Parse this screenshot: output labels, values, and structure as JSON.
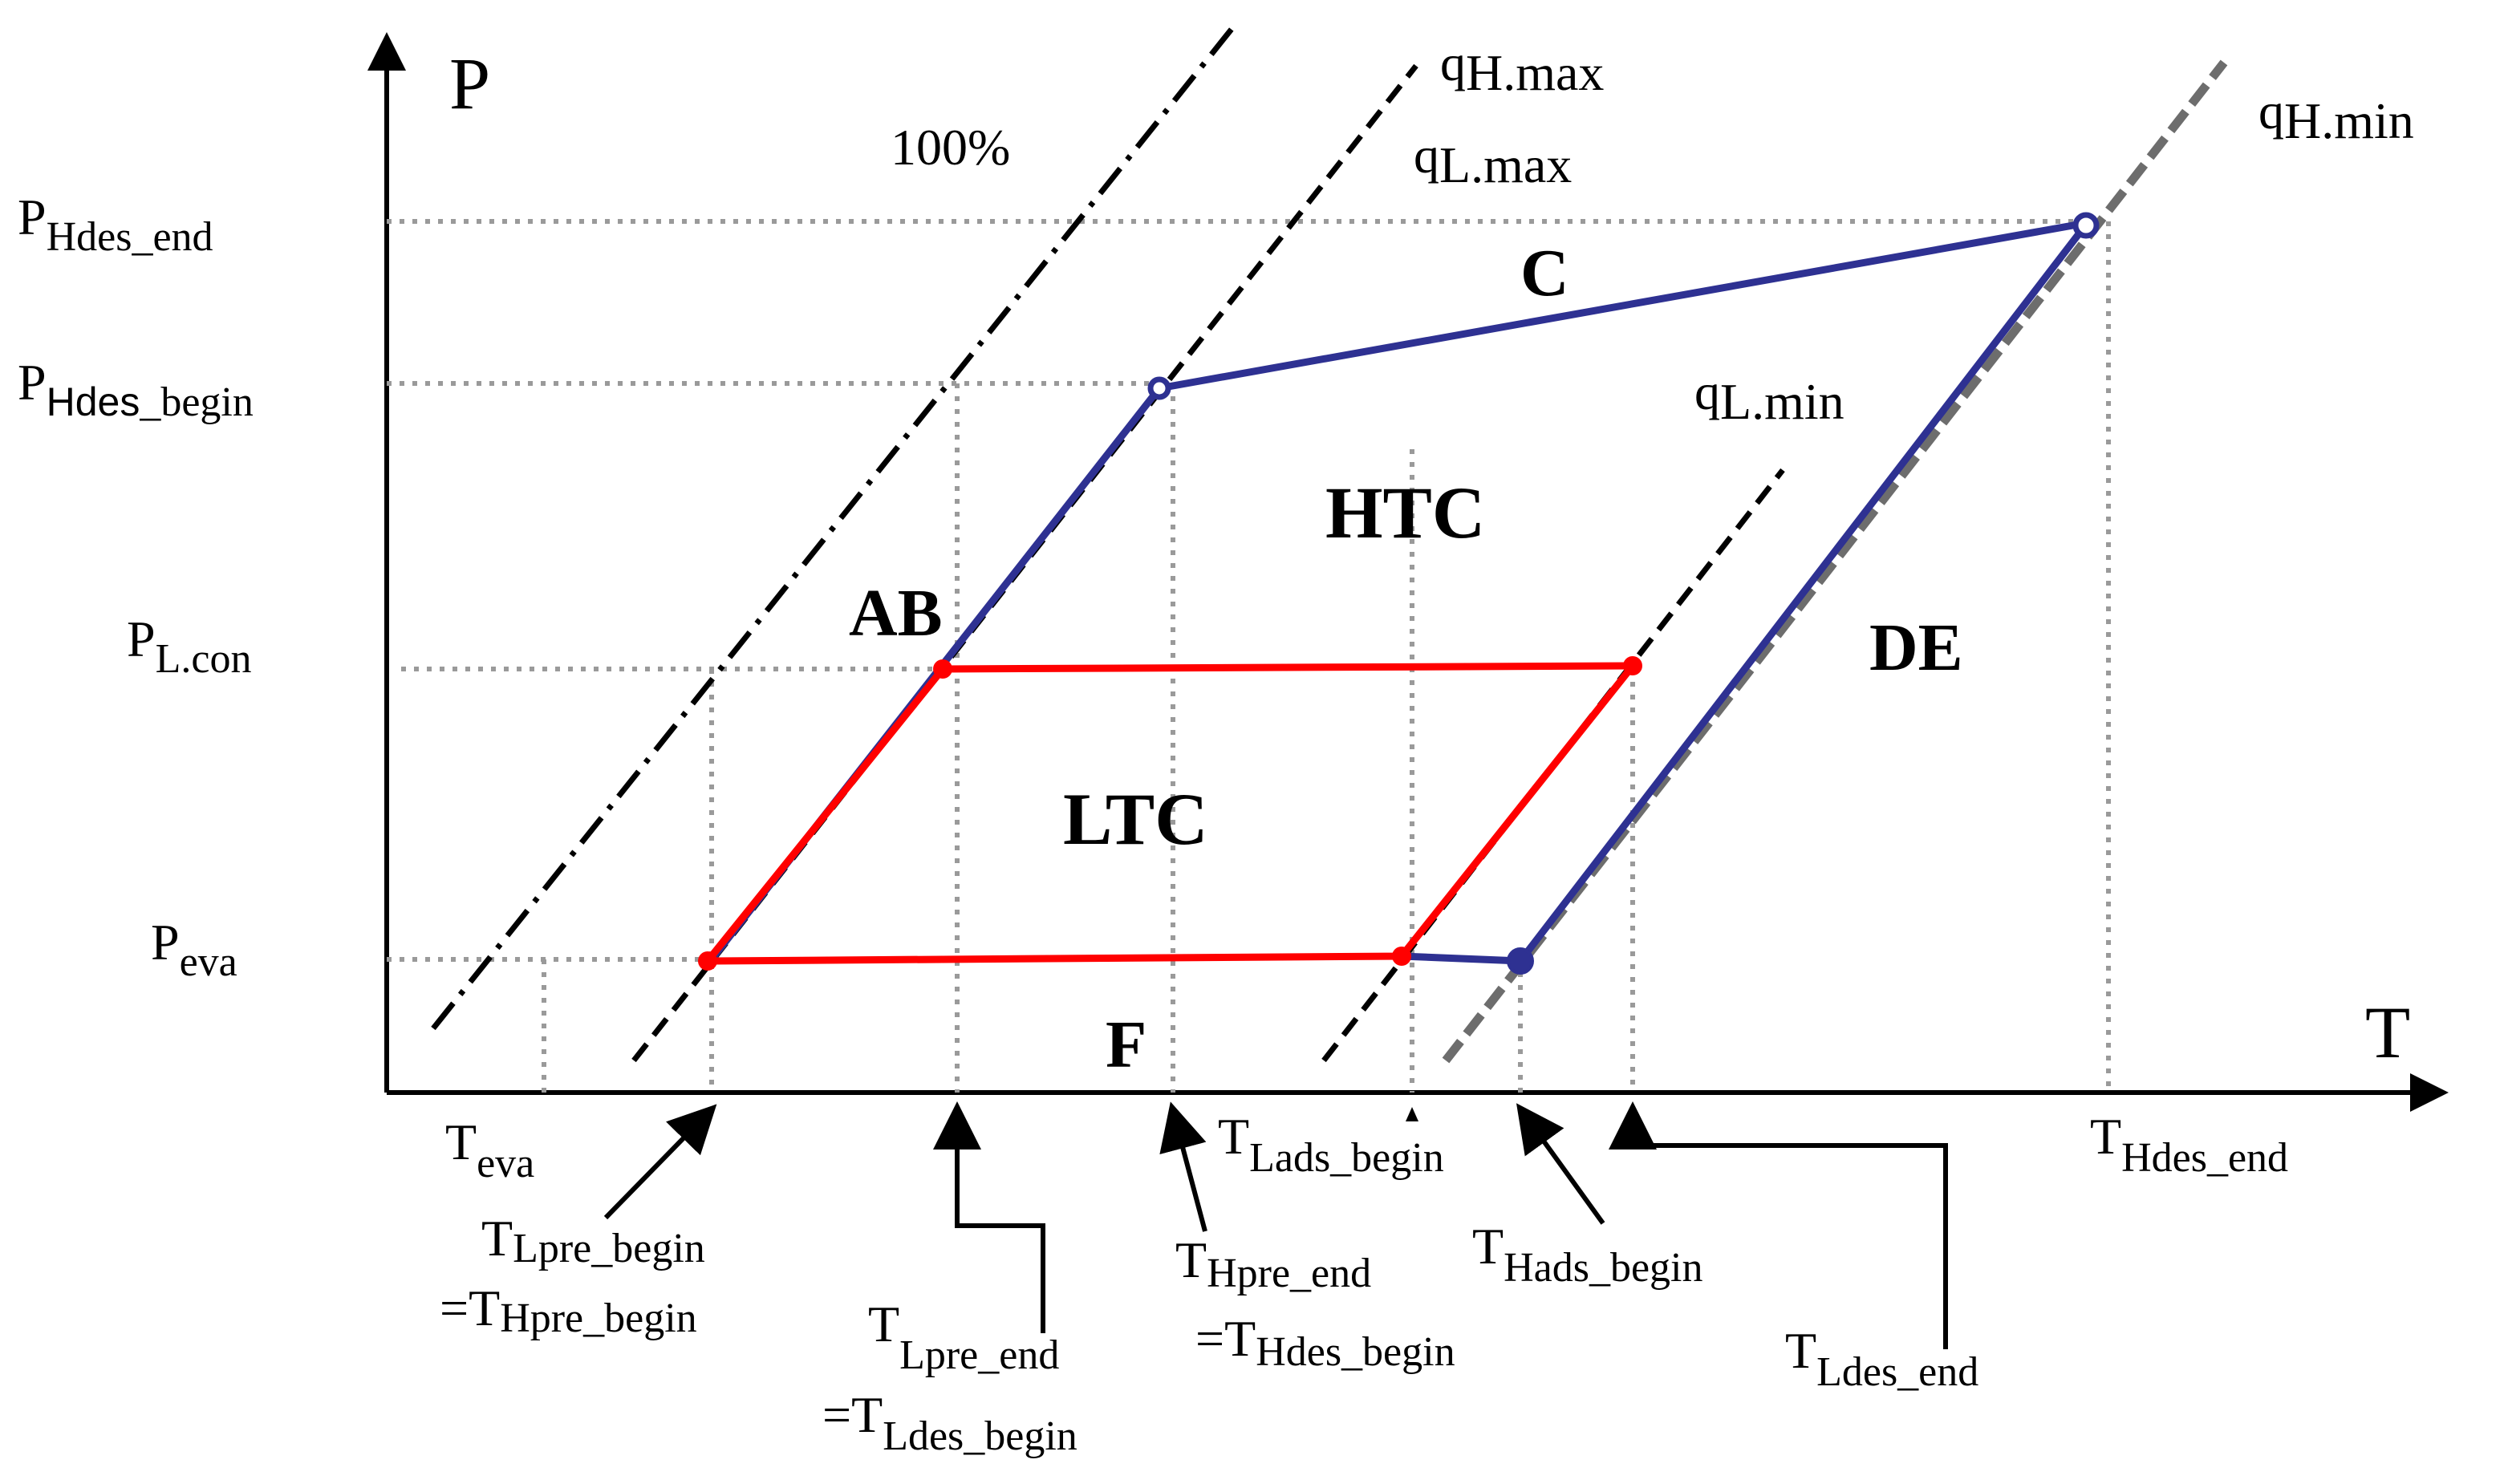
{
  "axes": {
    "y_label": "P",
    "x_label": "T"
  },
  "pressure_labels": [
    {
      "main": "P",
      "sub": "Hdes_end"
    },
    {
      "main": "P",
      "sub1": "Hdes",
      "sub2": "_begin"
    },
    {
      "main": "P",
      "sub": "L.con"
    },
    {
      "main": "P",
      "sub": "eva"
    }
  ],
  "isostere_labels": {
    "percent": "100%",
    "qh_max": {
      "main": "q",
      "sub": "H.max"
    },
    "ql_max": {
      "main": "q",
      "sub": "L.max"
    },
    "qh_min": {
      "main": "q",
      "sub": "H.min"
    },
    "ql_min": {
      "main": "q",
      "sub": "L.min"
    }
  },
  "regions": {
    "htc": "HTC",
    "ltc": "LTC",
    "ab": "AB",
    "c": "C",
    "de": "DE",
    "f": "F"
  },
  "temperature_labels": {
    "t_eva": {
      "main": "T",
      "sub": "eva"
    },
    "t_lpre_begin": {
      "main": "T",
      "sub": "Lpre_begin"
    },
    "t_hpre_begin": {
      "eq": "=T",
      "sub": "Hpre_begin"
    },
    "t_lpre_end": {
      "main": "T",
      "sub": "Lpre_end"
    },
    "t_ldes_begin": {
      "eq": "=T",
      "sub": "Ldes_begin"
    },
    "t_hpre_end": {
      "main": "T",
      "sub": "Hpre_end"
    },
    "t_hdes_begin": {
      "eq": "=T",
      "sub": "Hdes_begin"
    },
    "t_lads_begin": {
      "main": "T",
      "sub": "Lads_begin"
    },
    "t_hads_begin": {
      "main": "T",
      "sub": "Hads_begin"
    },
    "t_ldes_end": {
      "main": "T",
      "sub": "Ldes_end"
    },
    "t_hdes_end": {
      "main": "T",
      "sub": "Hdes_end"
    }
  },
  "colors": {
    "htc_cycle": "#2e3192",
    "ltc_cycle": "#ff0000",
    "qh_min_line": "#6d6d6d",
    "guides": "#9a9a9a",
    "ink": "#000000"
  }
}
